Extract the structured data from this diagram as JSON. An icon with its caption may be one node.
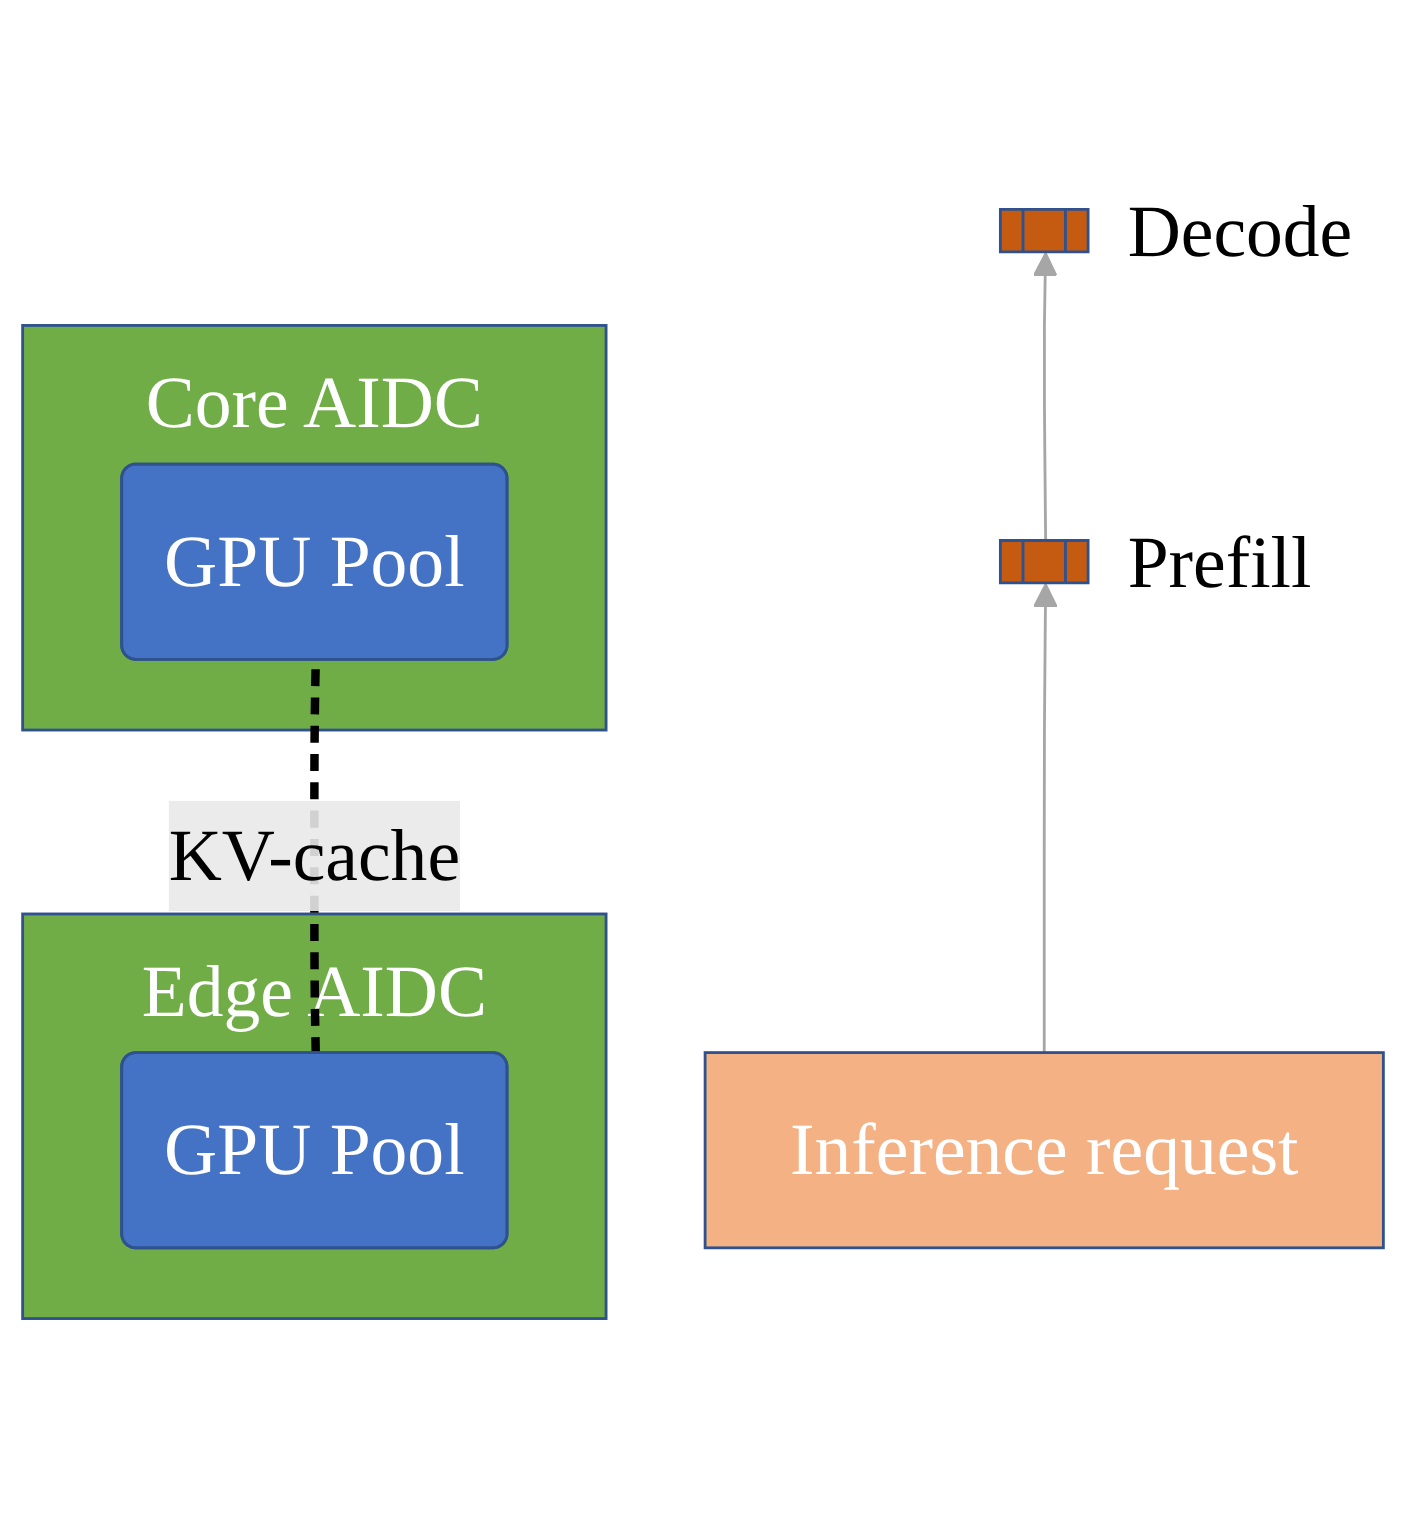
{
  "diagram": {
    "nodes": [
      {
        "text": [
          "Core AIDC"
        ]
      },
      {
        "text": [
          "GPU Pool"
        ],
        "in": 0
      },
      {
        "text": [
          "Edge AIDC"
        ]
      },
      {
        "text": [
          "GPU Pool"
        ],
        "in": 2
      },
      {
        "text": [],
        "shape": "bar",
        "beside": [
          "Decode"
        ]
      },
      {
        "text": [],
        "shape": "bar",
        "beside": [
          "Prefill"
        ]
      },
      {
        "text": [
          "Inference request"
        ]
      }
    ],
    "edges": [
      {
        "from": 3,
        "to": 1,
        "arrow": "none",
        "style": "dashed",
        "color": "#000000",
        "label": "KV-cache"
      },
      {
        "from": 6,
        "to": 5,
        "arrow": "to"
      },
      {
        "from": 5,
        "to": 4,
        "arrow": "to"
      }
    ]
  }
}
